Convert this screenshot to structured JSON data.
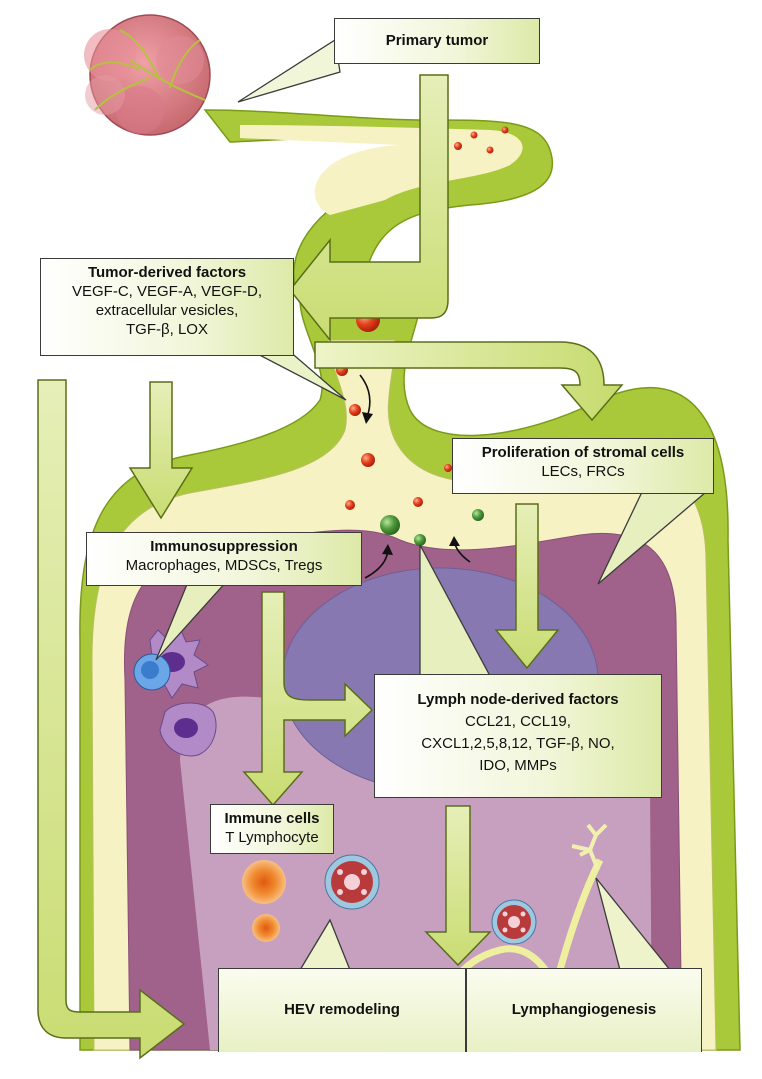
{
  "labels": {
    "primary_tumor": "Primary tumor",
    "tumor_factors": {
      "title": "Tumor-derived factors",
      "lines": [
        "VEGF-C, VEGF-A, VEGF-D,",
        "extracellular vesicles,",
        "TGF-β, LOX"
      ]
    },
    "stromal": {
      "title": "Proliferation of stromal cells",
      "lines": [
        "LECs, FRCs"
      ]
    },
    "immunosuppression": {
      "title": "Immunosuppression",
      "lines": [
        "Macrophages, MDSCs, Tregs"
      ]
    },
    "lymph_factors": {
      "title": "Lymph node-derived factors",
      "lines": [
        "CCL21, CCL19,",
        "CXCL1,2,5,8,12, TGF-β, NO,",
        "IDO, MMPs"
      ]
    },
    "immune_cells": {
      "title": "Immune cells",
      "lines": [
        "T Lymphocyte"
      ]
    },
    "hev": "HEV remodeling",
    "lymphangiogenesis": "Lymphangiogenesis"
  },
  "colors": {
    "vessel_green": "#a9c93a",
    "arrow_fill": "#dce9a0",
    "node_outer": "#f7f2c4",
    "node_purple": "#a0628a",
    "inner_pink": "#c8a0c0",
    "germinal": "#8878b2",
    "red_cell": "#d93a1a",
    "green_cell": "#4f9a3a"
  }
}
